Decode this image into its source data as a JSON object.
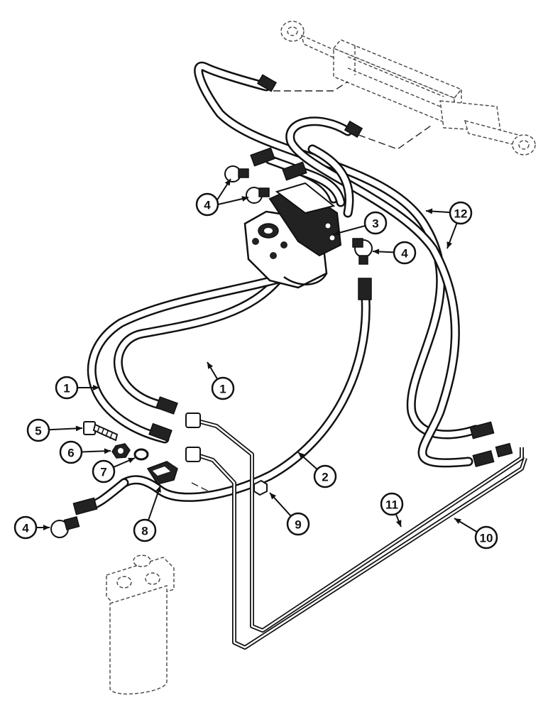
{
  "callouts": [
    {
      "id": "c1a",
      "label": "1"
    },
    {
      "id": "c1b",
      "label": "1"
    },
    {
      "id": "c2",
      "label": "2"
    },
    {
      "id": "c3",
      "label": "3"
    },
    {
      "id": "c4a",
      "label": "4"
    },
    {
      "id": "c4b",
      "label": "4"
    },
    {
      "id": "c4c",
      "label": "4"
    },
    {
      "id": "c5",
      "label": "5"
    },
    {
      "id": "c6",
      "label": "6"
    },
    {
      "id": "c7",
      "label": "7"
    },
    {
      "id": "c8",
      "label": "8"
    },
    {
      "id": "c9",
      "label": "9"
    },
    {
      "id": "c10",
      "label": "10"
    },
    {
      "id": "c11",
      "label": "11"
    },
    {
      "id": "c12",
      "label": "12"
    }
  ]
}
